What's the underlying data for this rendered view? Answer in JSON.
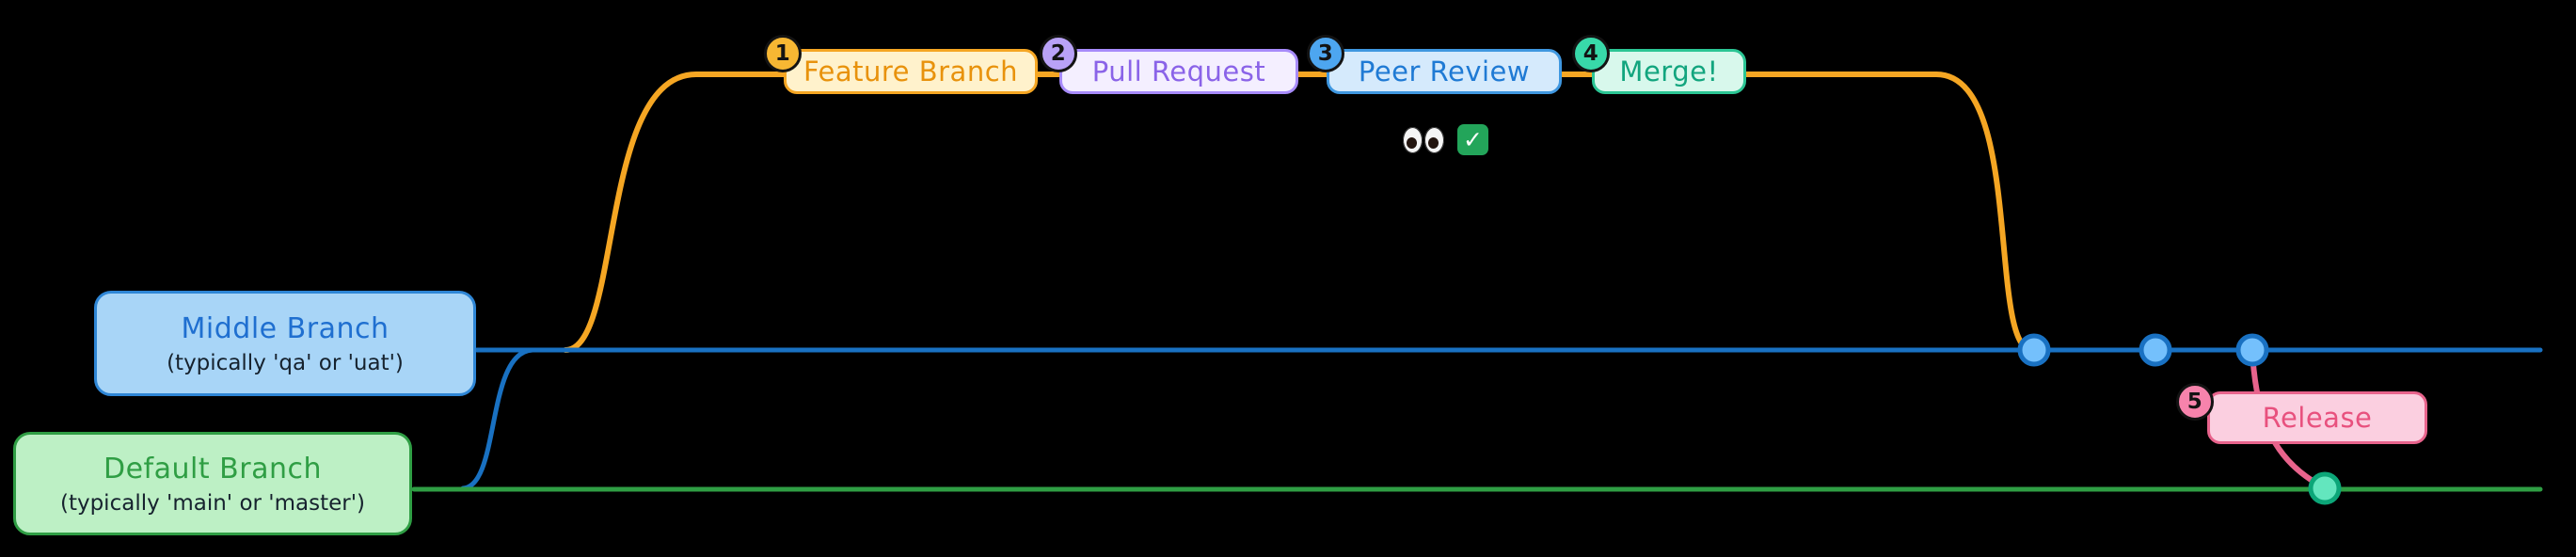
{
  "canvas": {
    "background": "#000000"
  },
  "steps": [
    {
      "number": "1",
      "label": "Feature Branch",
      "badge_bg": "#f7b733",
      "box_bg": "#fff2cc",
      "box_border": "#f5a623",
      "text_color": "#e8920c"
    },
    {
      "number": "2",
      "label": "Pull Request",
      "badge_bg": "#b9a2f7",
      "box_bg": "#f4efff",
      "box_border": "#a78bfa",
      "text_color": "#8a63e8"
    },
    {
      "number": "3",
      "label": "Peer Review",
      "badge_bg": "#4da6f0",
      "box_bg": "#d5eafc",
      "box_border": "#3f97e0",
      "text_color": "#1f7ad4"
    },
    {
      "number": "4",
      "label": "Merge!",
      "badge_bg": "#38d9a9",
      "box_bg": "#d8f8ec",
      "box_border": "#2bc594",
      "text_color": "#12a57e"
    },
    {
      "number": "5",
      "label": "Release",
      "badge_bg": "#f783ac",
      "box_bg": "#fbcfe0",
      "box_border": "#e8638c",
      "text_color": "#e8517e"
    }
  ],
  "branches": [
    {
      "name": "Middle Branch",
      "subtitle": "(typically 'qa' or 'uat')",
      "box_bg": "#a8d5f7",
      "box_border": "#2e86d6",
      "title_color": "#1f6fd0",
      "subtitle_color": "#16222e"
    },
    {
      "name": "Default Branch",
      "subtitle": "(typically 'main' or 'master')",
      "box_bg": "#bdf0c5",
      "box_border": "#2f9e44",
      "title_color": "#2f9e44",
      "subtitle_color": "#16222e"
    }
  ],
  "peer_review_indicators": {
    "eyes_emoji": "👀",
    "check_emoji": "✅",
    "check_glyph": "✓"
  },
  "lines": {
    "feature": "#f5a623",
    "middle": "#1971c2",
    "default": "#2f9e44",
    "release": "#e8638c",
    "commit_dot_fill": "#74c0fc",
    "commit_dot_stroke": "#1971c2",
    "release_dot_fill": "#63e6be",
    "release_dot_stroke": "#0ca678"
  }
}
